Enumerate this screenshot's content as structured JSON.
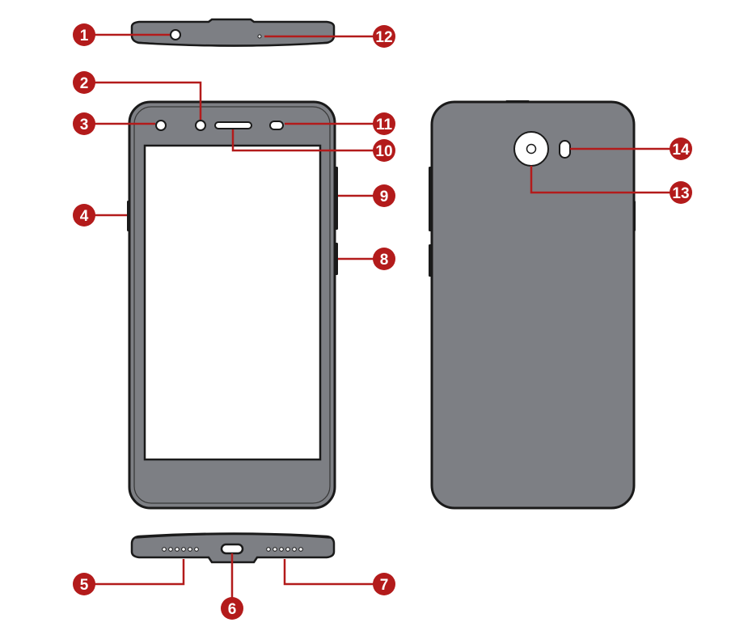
{
  "colors": {
    "callout": "#b31b1b",
    "body_gray": "#7d7f84",
    "outline": "#1a1a1a",
    "screen": "#ffffff"
  },
  "callouts": [
    {
      "id": "1",
      "label": "1"
    },
    {
      "id": "2",
      "label": "2"
    },
    {
      "id": "3",
      "label": "3"
    },
    {
      "id": "4",
      "label": "4"
    },
    {
      "id": "5",
      "label": "5"
    },
    {
      "id": "6",
      "label": "6"
    },
    {
      "id": "7",
      "label": "7"
    },
    {
      "id": "8",
      "label": "8"
    },
    {
      "id": "9",
      "label": "9"
    },
    {
      "id": "10",
      "label": "10"
    },
    {
      "id": "11",
      "label": "11"
    },
    {
      "id": "12",
      "label": "12"
    },
    {
      "id": "13",
      "label": "13"
    },
    {
      "id": "14",
      "label": "14"
    }
  ]
}
